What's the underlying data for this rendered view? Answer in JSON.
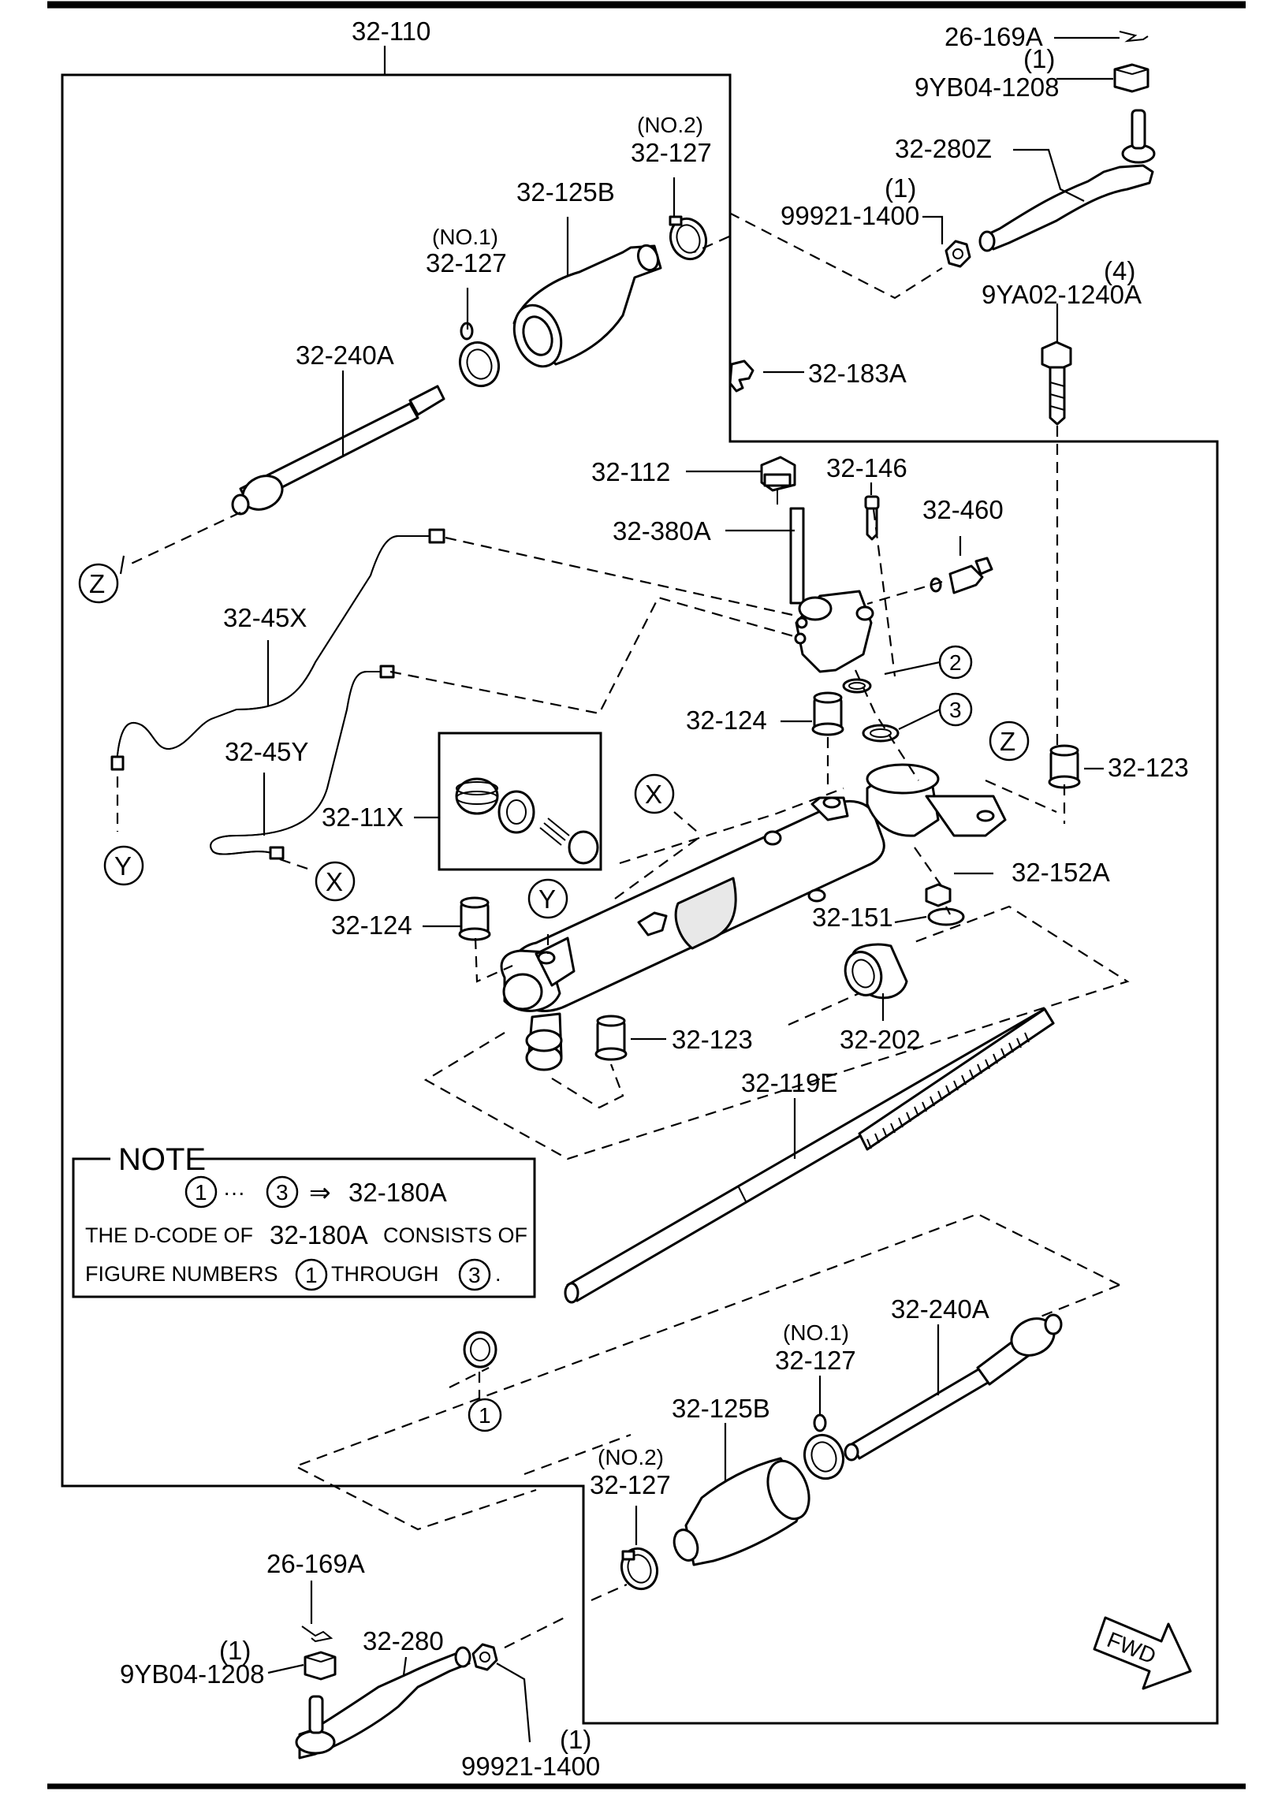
{
  "diagram": {
    "assembly_label": "32-110",
    "note": {
      "heading": "NOTE",
      "range_from": "1",
      "range_sep": "···",
      "range_to": "3",
      "arrow": "⇒",
      "range_target": "32-180A",
      "line1_a": "THE D-CODE OF",
      "line1_b": "32-180A",
      "line1_c": "CONSISTS OF",
      "line2_a": "FIGURE NUMBERS",
      "line2_from": "1",
      "line2_b": "THROUGH",
      "line2_to": "3",
      "line2_end": "."
    },
    "fwd_label": "FWD",
    "markers": {
      "z": "Z",
      "y": "Y",
      "x": "X",
      "one": "1",
      "two": "2",
      "three": "3"
    },
    "labels": {
      "p26169a_top": "26-169A",
      "p9yb04_top_qty": "(1)",
      "p9yb04_top": "9YB04-1208",
      "p32280z": "32-280Z",
      "p99921_top_qty": "(1)",
      "p99921_top": "99921-1400",
      "p9ya02_qty": "(4)",
      "p9ya02": "9YA02-1240A",
      "p32127_no2_top_note": "(NO.2)",
      "p32127_no2_top": "32-127",
      "p32125b_top": "32-125B",
      "p32127_no1_top_note": "(NO.1)",
      "p32127_no1_top": "32-127",
      "p32240a_top": "32-240A",
      "p32183a": "32-183A",
      "p32112": "32-112",
      "p32146": "32-146",
      "p32460": "32-460",
      "p32380a": "32-380A",
      "p3245x": "32-45X",
      "p3245y": "32-45Y",
      "p3211x": "32-11X",
      "p32124_right": "32-124",
      "p32123_right": "32-123",
      "p32152a": "32-152A",
      "p32151": "32-151",
      "p32124_left": "32-124",
      "p32123_bottom": "32-123",
      "p32202": "32-202",
      "p32119e": "32-119E",
      "p32240a_bottom": "32-240A",
      "p32127_no1_bottom_note": "(NO.1)",
      "p32127_no1_bottom": "32-127",
      "p32125b_bottom": "32-125B",
      "p32127_no2_bottom_note": "(NO.2)",
      "p32127_no2_bottom": "32-127",
      "p26169a_bottom": "26-169A",
      "p32280": "32-280",
      "p9yb04_bottom_qty": "(1)",
      "p9yb04_bottom": "9YB04-1208",
      "p99921_bottom_qty": "(1)",
      "p99921_bottom": "99921-1400"
    }
  }
}
